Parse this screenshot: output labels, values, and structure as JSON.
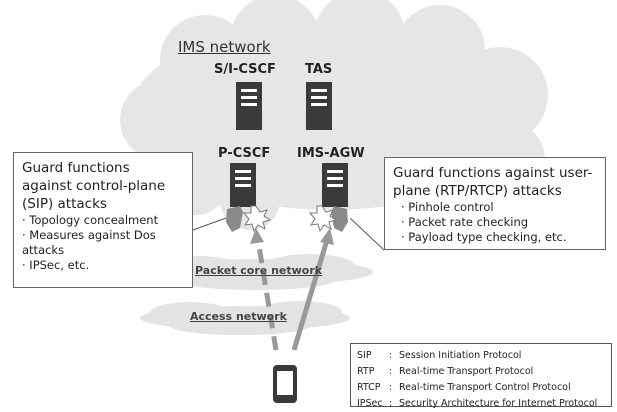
{
  "ims_network_label": "IMS network",
  "nodes": {
    "s_i_cscf": "S/I-CSCF",
    "tas": "TAS",
    "p_cscf": "P-CSCF",
    "ims_agw": "IMS-AGW"
  },
  "control_plane_callout": {
    "heading_lines": [
      "Guard functions",
      "against control-plane",
      "(SIP) attacks"
    ],
    "items": [
      "· Topology concealment",
      "· Measures against Dos",
      "attacks",
      "· IPSec, etc."
    ]
  },
  "user_plane_callout": {
    "heading_lines": [
      "Guard functions against user-",
      "plane (RTP/RTCP) attacks"
    ],
    "items": [
      "· Pinhole control",
      "· Packet rate checking",
      "· Payload type checking, etc."
    ]
  },
  "networks": {
    "packet_core": "Packet core network",
    "access": "Access network"
  },
  "legend": [
    {
      "abbr": "SIP",
      "desc": "Session Initiation Protocol"
    },
    {
      "abbr": "RTP",
      "desc": "Real-time Transport Protocol"
    },
    {
      "abbr": "RTCP",
      "desc": "Real-time Transport Control Protocol"
    },
    {
      "abbr": "IPSec",
      "desc": "Security Architecture for Internet Protocol"
    }
  ],
  "colors": {
    "cloud_fill": "#e6e6e6",
    "server": "#3a3a3a",
    "arrow": "#999999",
    "shield": "#8a8a8a"
  }
}
